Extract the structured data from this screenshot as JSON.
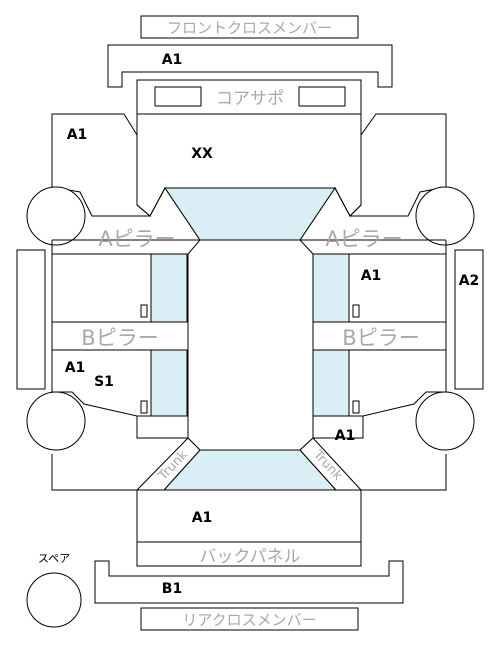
{
  "parts": {
    "front_cross_member": "フロントクロスメンバー",
    "core_support": "コアサポ",
    "a_pillar_left": "Aピラー",
    "a_pillar_right": "Aピラー",
    "b_pillar_left": "Bピラー",
    "b_pillar_right": "Bピラー",
    "trunk_left": "Trunk",
    "trunk_right": "Trunk",
    "back_panel": "バックパネル",
    "rear_cross_member": "リアクロスメンバー",
    "spare": "スペア"
  },
  "codes": {
    "front_cross_member": "A1",
    "front_left_fender": "A1",
    "engine_room": "XX",
    "right_front_door": "A1",
    "right_roof_side": "A2",
    "left_rear_door_a": "A1",
    "left_rear_door_b": "S1",
    "right_rear_fender": "A1",
    "trunk": "A1",
    "rear_cross_member": "B1"
  }
}
